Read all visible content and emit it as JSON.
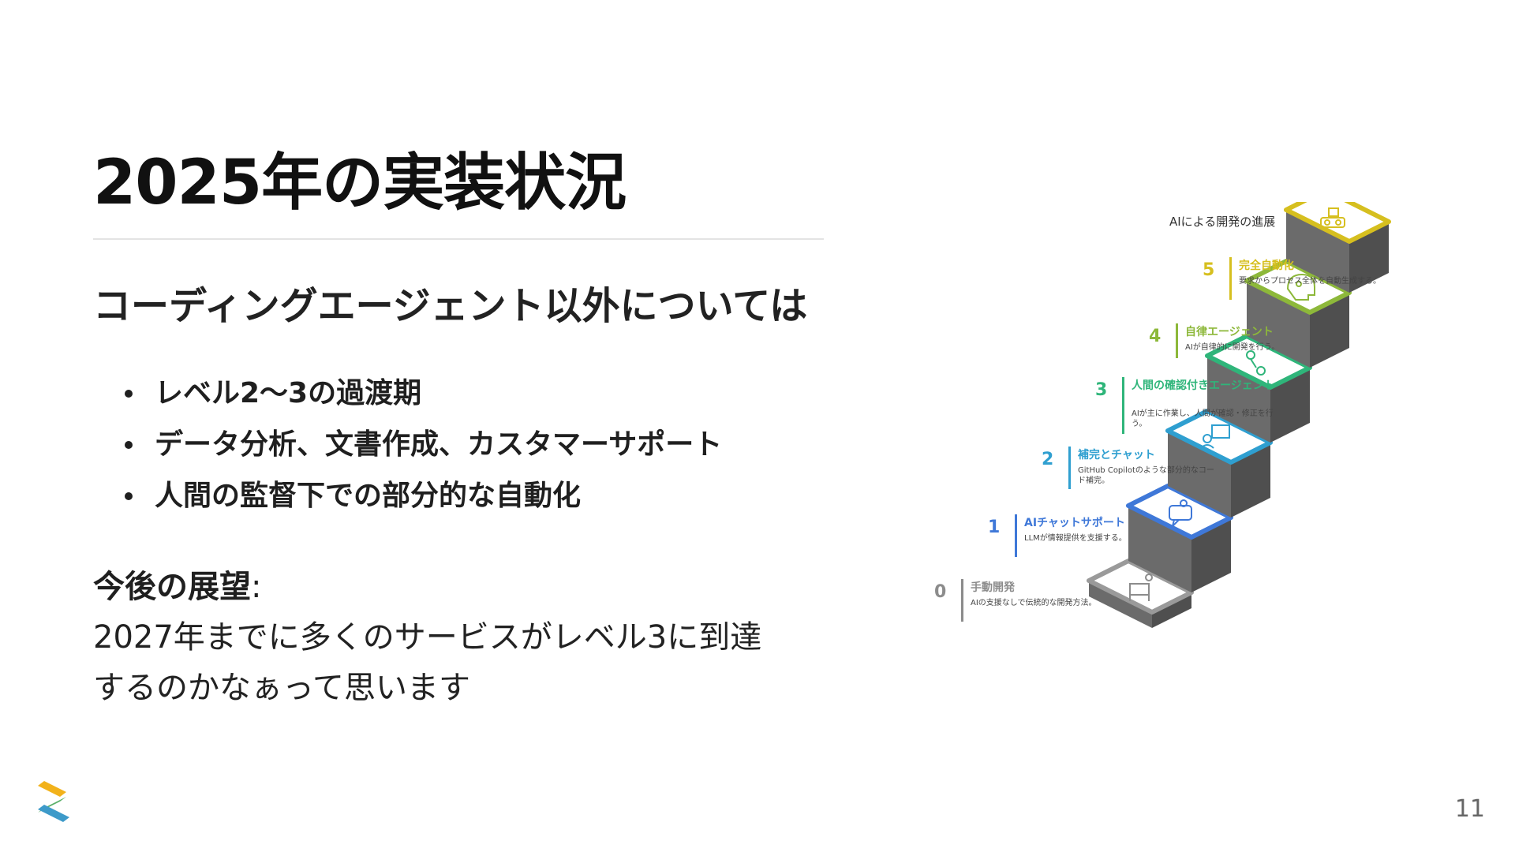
{
  "title": "2025年の実装状況",
  "subtitle": "コーディングエージェント以外については",
  "bullets": [
    "レベル2〜3の過渡期",
    "データ分析、文書作成、カスタマーサポート",
    "人間の監督下での部分的な自動化"
  ],
  "outlook": {
    "label": "今後の展望",
    "colon": ":",
    "line1": "2027年までに多くのサービスがレベル3に到達",
    "line2": "するのかなぁって思います"
  },
  "diagram": {
    "title": "AIによる開発の進展",
    "levels": [
      {
        "num": "0",
        "name": "手動開発",
        "desc": "AIの支援なしで伝統的な開発方法。",
        "color": "#8c8c8c"
      },
      {
        "num": "1",
        "name": "AIチャットサポート",
        "desc": "LLMが情報提供を支援する。",
        "color": "#3f78d8"
      },
      {
        "num": "2",
        "name": "補完とチャット",
        "desc": "GitHub Copilotのような部分的なコード補完。",
        "color": "#2f9fd0"
      },
      {
        "num": "3",
        "name": "人間の確認付きエージェント",
        "desc": "AIが主に作業し、人間が確認・修正を行う。",
        "color": "#2fb57a"
      },
      {
        "num": "4",
        "name": "自律エージェント",
        "desc": "AIが自律的に開発を行う。",
        "color": "#8db83a"
      },
      {
        "num": "5",
        "name": "完全自動化",
        "desc": "要求からプロセス全体を自動生成する。",
        "color": "#d6bf1f"
      }
    ]
  },
  "page_number": "11",
  "colors": {
    "logo_yellow": "#f2b21b",
    "logo_teal": "#3d9ac9",
    "logo_green": "#5bb06a"
  }
}
